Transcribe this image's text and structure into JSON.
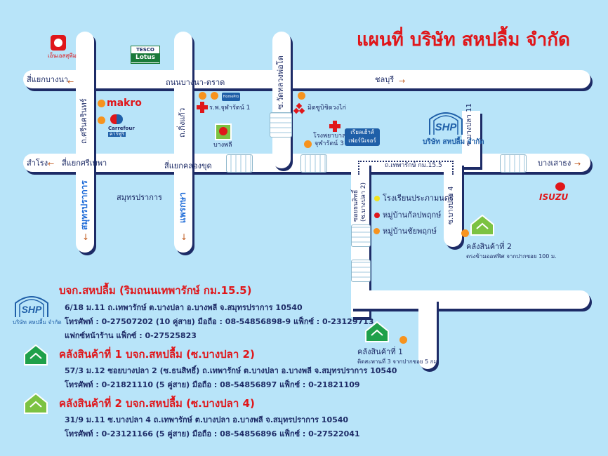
{
  "title": "แผนที่ บริษัท สหปลื้ม จำกัด",
  "roads": {
    "horizontal_top": "ถนนบางนา-ตราด",
    "top_left": "สี่แยกบางนา",
    "top_right": "ชลบุรี",
    "bottom_left": "สำโรง",
    "bottom_left2": "สี่แยกศรีเทพา",
    "bottom_mid": "สี่แยกคลองขุด",
    "bottom_right": "บางเสาธง",
    "thepharak_km": "ถ.เทพารักษ์ กม.15.5",
    "srinakarin": "ถ.ศรีนครินทร์",
    "king_kaeo": "ถ.กิ่งแก้ว",
    "wat_luang": "ซ.วัดหลวงพ่อโต",
    "bang_pla_11": "ซ.บางปลา 11",
    "bang_pla_4": "ซ.บางปลา 4",
    "soi_thon": "ซอยธนสิทธิ์",
    "soi_thon_sub": "(ซ.บางปลา 2)",
    "samut_prakan_road": "สมุทรปราการ",
    "samut_prakan_area": "สมุทรปราการ",
    "phraek_sa": "แพรกษา"
  },
  "places": {
    "seri_ruchi": "เอ็นเอสสุพีม",
    "tesco_top": "TESCO",
    "lotus": "Lotus",
    "makro": "makro",
    "carrefour": "Carrefour",
    "carrefour_sub": "คาร์ฟูร์",
    "hospital1": "ร.พ.จุฬารัตน์ 1",
    "home_pro": "HomePro",
    "bang_phli": "บางพลี",
    "mitsubishi": "มิตซูบิชิดวงไก่",
    "hospital3": "โรงพยาบาล",
    "hospital3b": "จุฬารัตน์ 3",
    "furniture": "เรียลเฮ้าส์",
    "furniture2": "เฟอร์นิเจอร์",
    "school": "โรงเรียนประภามนตรี",
    "village1": "หมู่บ้านกัลปพฤกษ์",
    "village2": "หมู่บ้านชัยพฤกษ์",
    "isuzu": "ISUZU",
    "company_logo": "SHP",
    "company_name": "บริษัท สหปลื้ม จำกัด",
    "warehouse2": "คลังสินค้าที่ 2",
    "warehouse2_note": "ตรงข้ามออฟฟิศ จากปากซอย 100 ม.",
    "warehouse1": "คลังสินค้าที่ 1",
    "warehouse1_note": "ติดสะพานที่ 3 จากปากซอย 5 กม."
  },
  "info": {
    "logo_text": "SHP",
    "logo_sub": "บริษัท สหปลื้ม จำกัด",
    "office_title": "บจก.สหปลื้ม (ริมถนนเทพารักษ์ กม.15.5)",
    "office_addr": "6/18 ม.11 ถ.เทพารักษ์ ต.บางปลา อ.บางพลี จ.สมุทรปราการ 10540",
    "office_phone": "โทรศัพท์ : 0-27507202 (10 คู่สาย) มือถือ : 08-54856898-9 แฟ็กซ์ : 0-23129713",
    "office_fax": "แฟกซ์หน้าร้าน แฟ็กซ์ : 0-27525823",
    "wh1_title": "คลังสินค้าที่ 1 บจก.สหปลื้ม (ซ.บางปลา 2)",
    "wh1_addr": "57/3 ม.12 ซอยบางปลา 2 (ซ.ธนสิทธิ์) ถ.เทพารักษ์ ต.บางปลา อ.บางพลี จ.สมุทรปราการ 10540",
    "wh1_phone": "โทรศัพท์ : 0-21821110 (5 คู่สาย) มือถือ : 08-54856897 แฟ็กซ์ : 0-21821109",
    "wh2_title": "คลังสินค้าที่ 2 บจก.สหปลื้ม (ซ.บางปลา 4)",
    "wh2_addr": "31/9 ม.11 ซ.บางปลา 4 ถ.เทพารักษ์ ต.บางปลา อ.บางพลี จ.สมุทรปราการ 10540",
    "wh2_phone": "โทรศัพท์ : 0-23121166 (5 คู่สาย) มือถือ : 08-54856896 แฟ็กซ์ : 0-27522041"
  },
  "colors": {
    "background": "#b8e4f9",
    "road": "#ffffff",
    "road_shadow": "#1d2b66",
    "title_red": "#e0161a",
    "accent_blue": "#1f6cd8",
    "warehouse_dark": "#1fa04a",
    "warehouse_light": "#7cc242",
    "marker_orange": "#f7931e"
  }
}
